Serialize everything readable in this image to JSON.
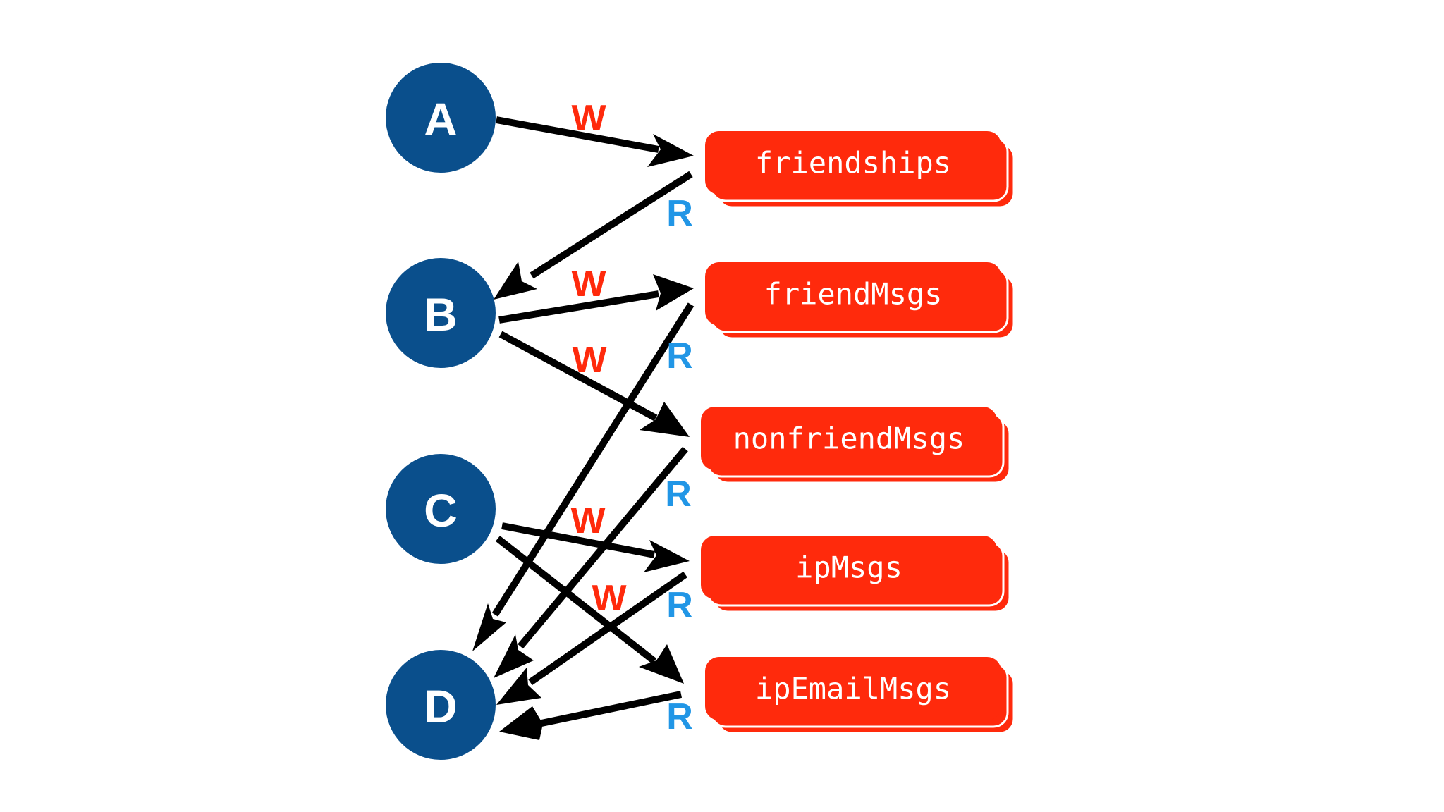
{
  "nodes": {
    "a": "A",
    "b": "B",
    "c": "C",
    "d": "D"
  },
  "topics": {
    "friendships": "friendships",
    "friendMsgs": "friendMsgs",
    "nonfriendMsgs": "nonfriendMsgs",
    "ipMsgs": "ipMsgs",
    "ipEmailMsgs": "ipEmailMsgs"
  },
  "edge_labels": {
    "write": "W",
    "read": "R"
  },
  "edges": [
    {
      "from": "A",
      "to": "friendships",
      "type": "W"
    },
    {
      "from": "friendships",
      "to": "B",
      "type": "R"
    },
    {
      "from": "B",
      "to": "friendMsgs",
      "type": "W"
    },
    {
      "from": "B",
      "to": "nonfriendMsgs",
      "type": "W"
    },
    {
      "from": "friendMsgs",
      "to": "D",
      "type": "R"
    },
    {
      "from": "nonfriendMsgs",
      "to": "D",
      "type": "R"
    },
    {
      "from": "C",
      "to": "ipMsgs",
      "type": "W"
    },
    {
      "from": "C",
      "to": "ipEmailMsgs",
      "type": "W"
    },
    {
      "from": "ipMsgs",
      "to": "D",
      "type": "R"
    },
    {
      "from": "ipEmailMsgs",
      "to": "D",
      "type": "R"
    }
  ],
  "colors": {
    "node": "#0a4f8c",
    "topic": "#ff2a0c",
    "write_label": "#ff2a0c",
    "read_label": "#2196e6",
    "arrow": "#000000"
  }
}
